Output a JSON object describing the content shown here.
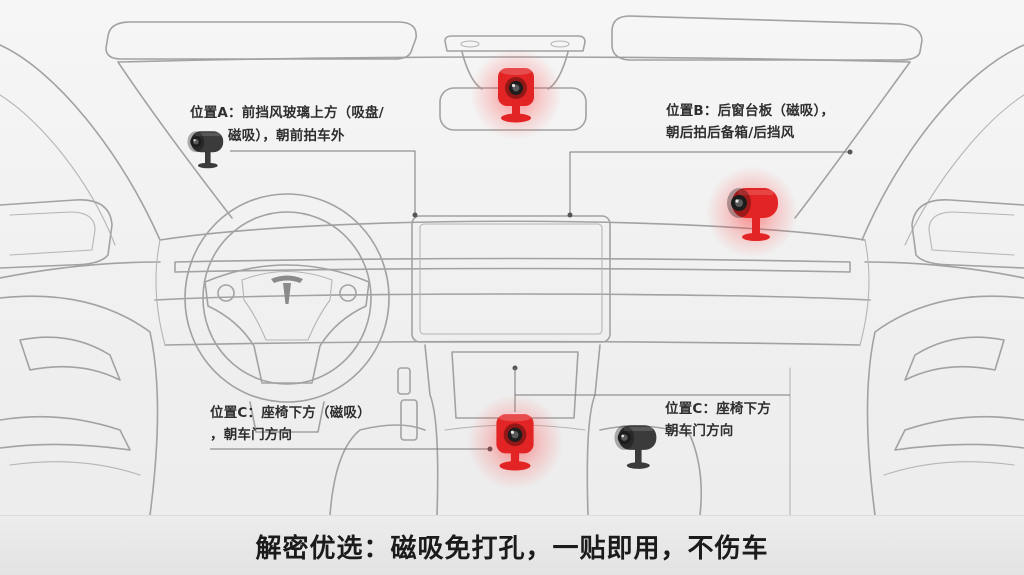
{
  "labels": {
    "position_a": {
      "line1": "位置A：前挡风玻璃上方（吸盘/",
      "line2": "磁吸），朝前拍车外"
    },
    "position_b": {
      "line1": "位置B：后窗台板（磁吸），",
      "line2": "朝后拍后备箱/后挡风"
    },
    "position_c_left": {
      "line1": "位置C：座椅下方（磁吸）",
      "line2": "，朝车门方向"
    },
    "position_c_right": {
      "line1": "位置C：座椅下方",
      "line2": "朝车门方向"
    }
  },
  "banner": {
    "text": "解密优选：磁吸免打孔，一贴即用，不伤车"
  },
  "icons": {
    "mirror_camera": "camera-icon",
    "dashboard_camera": "camera-icon",
    "console_camera": "camera-icon",
    "label_a_camera": "camera-icon",
    "label_c_camera": "camera-icon",
    "steering_logo": "tesla-logo-icon"
  },
  "colors": {
    "accent_red": "#e32424",
    "camera_dark": "#3b3b3b",
    "line_art": "#a2a2a2",
    "leader_line": "#7a7a7a",
    "banner_bg": "#e6e6e6",
    "text": "#2e2e2e"
  }
}
